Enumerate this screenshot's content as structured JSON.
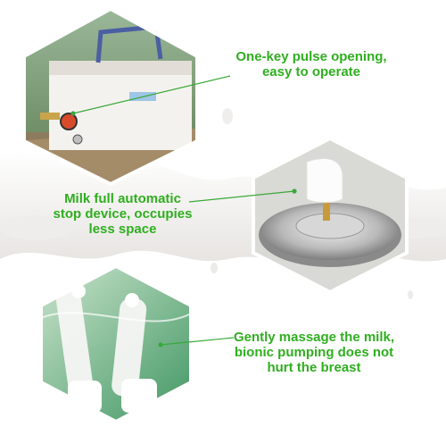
{
  "features": [
    {
      "lines": [
        "One-key pulse opening,",
        "easy to operate"
      ]
    },
    {
      "lines": [
        "Milk full automatic",
        "stop device, occupies",
        "less space"
      ]
    },
    {
      "lines": [
        "Gently massage the milk,",
        "bionic pumping does not",
        "hurt the breast"
      ]
    }
  ],
  "colors": {
    "caption_green": "#2fae1f",
    "connector_green": "#3aa83a",
    "hex_fill": "#d6d3cc"
  }
}
